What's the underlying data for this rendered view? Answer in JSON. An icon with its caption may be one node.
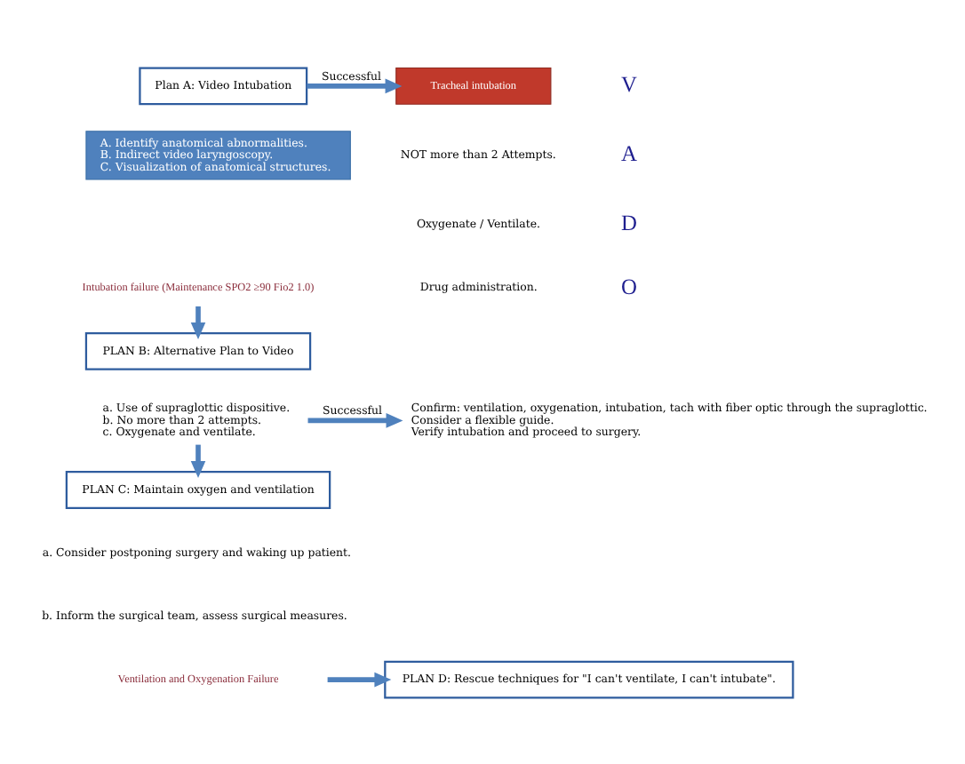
{
  "diagram": {
    "nodes": [
      {
        "text": [
          "Plan A: Video Intubation"
        ]
      },
      {
        "text": [
          "Tracheal intubation"
        ]
      },
      {
        "text": [
          "A. Identify anatomical abnormalities.",
          "B. Indirect video laryngoscopy.",
          "C. Visualization of anatomical structures."
        ]
      },
      {
        "text": [
          "Intubation failure (Maintenance SPO2 ≥90 Fio2 1.0)"
        ]
      },
      {
        "text": [
          "PLAN B: Alternative Plan to Video"
        ]
      },
      {
        "text": [
          "a. Use of supraglottic dispositive.",
          "b. No more than 2 attempts.",
          "c. Oxygenate and ventilate."
        ]
      },
      {
        "text": [
          "Confirm: ventilation, oxygenation, intubation, tach with fiber optic through the supraglottic.",
          "Consider a flexible guide.",
          "Verify intubation and proceed to surgery."
        ]
      },
      {
        "text": [
          "PLAN C: Maintain oxygen and ventilation"
        ]
      },
      {
        "text": [
          "Ventilation and Oxygenation Failure"
        ]
      },
      {
        "text": [
          "PLAN D: Rescue techniques for \"I can't ventilate, I can't intubate\"."
        ]
      }
    ],
    "edges": [
      {
        "from": 0,
        "to": 1,
        "arrow": "to",
        "label": "Successful"
      },
      {
        "from": 3,
        "to": 4,
        "arrow": "to"
      },
      {
        "from": 5,
        "to": 6,
        "arrow": "to",
        "label": "Successful"
      },
      {
        "from": 5,
        "to": 7,
        "arrow": "to"
      },
      {
        "from": 8,
        "to": 9,
        "arrow": "to"
      }
    ],
    "labels": [
      "V",
      "A",
      "D",
      "O",
      "NOT more than 2 Attempts.",
      "Oxygenate / Ventilate.",
      "Drug administration.",
      "a. Consider postponing surgery and waking up patient.",
      "b. Inform the surgical team, assess surgical measures."
    ]
  }
}
